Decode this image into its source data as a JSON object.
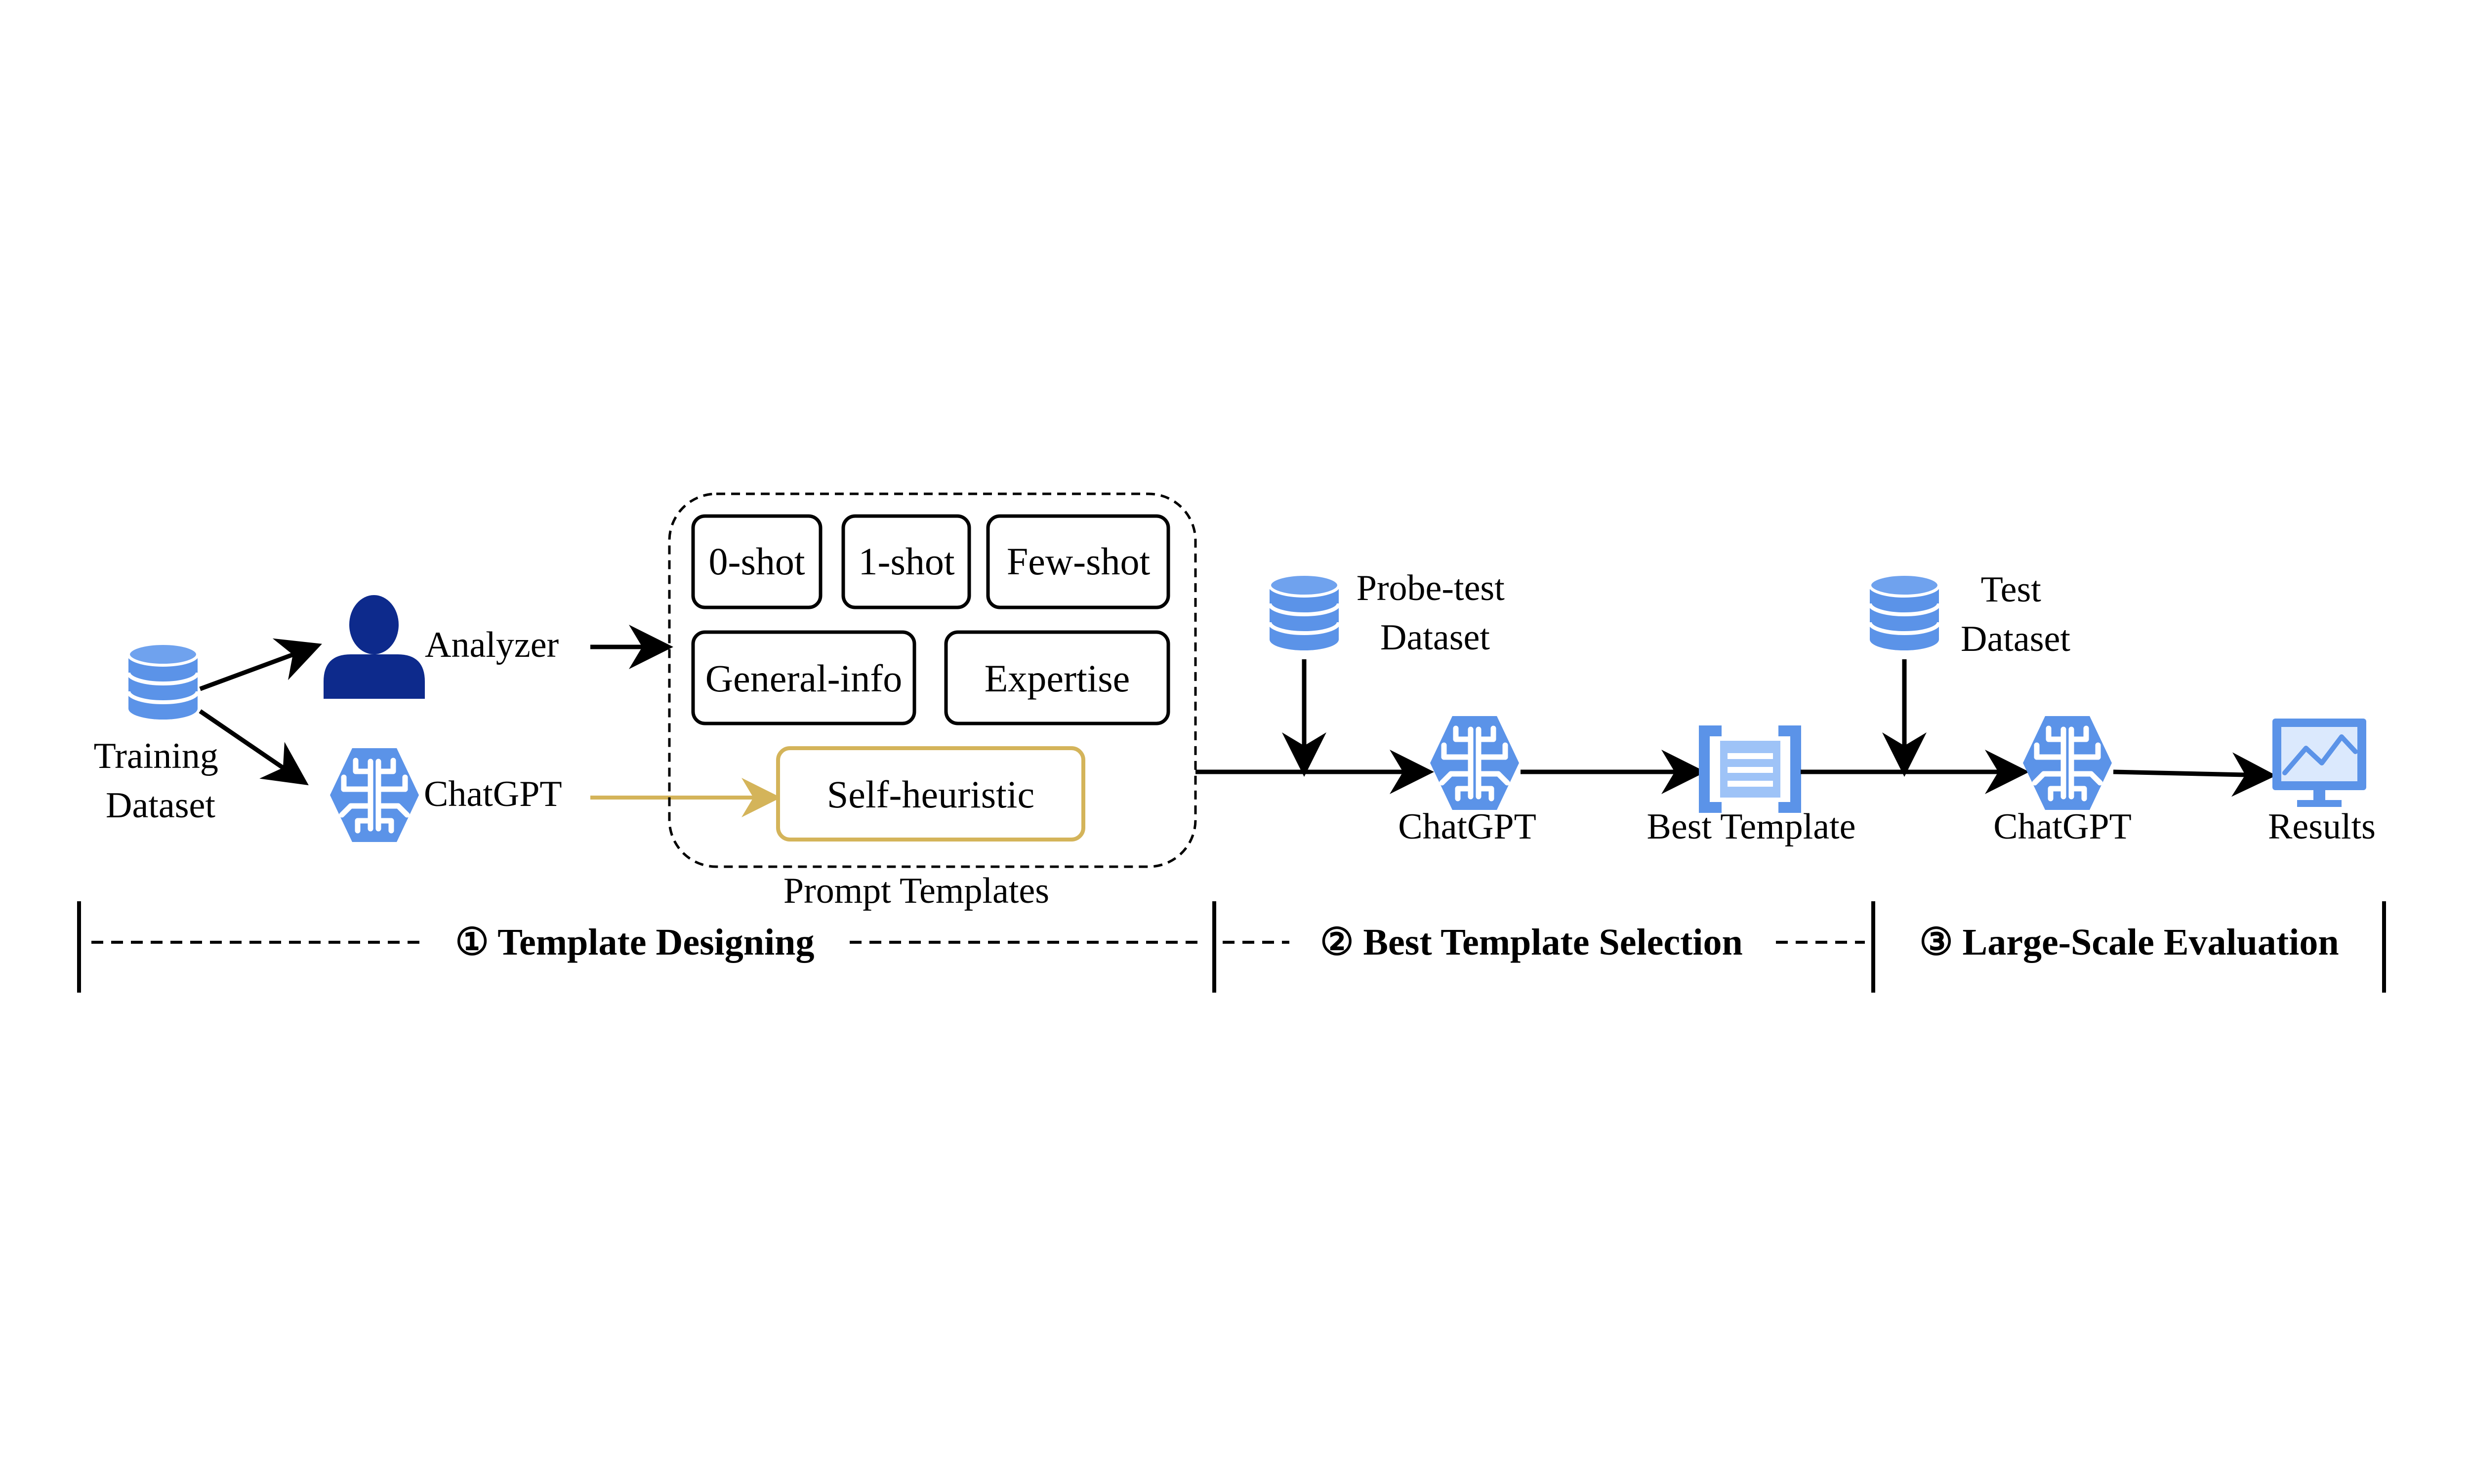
{
  "nodes": {
    "training_dataset": [
      "Training",
      "Dataset"
    ],
    "analyzer": "Analyzer",
    "chatgpt_1": "ChatGPT",
    "probe_dataset": [
      "Probe-test",
      "Dataset"
    ],
    "chatgpt_2": "ChatGPT",
    "best_template": "Best Template",
    "test_dataset": [
      "Test",
      "Dataset"
    ],
    "chatgpt_3": "ChatGPT",
    "results": "Results"
  },
  "prompt_templates": {
    "title": "Prompt Templates",
    "items": [
      "0-shot",
      "1-shot",
      "Few-shot",
      "General-info",
      "Expertise",
      "Self-heuristic"
    ]
  },
  "phases": [
    "① Template Designing",
    "② Best Template Selection",
    "③ Large-Scale Evaluation"
  ],
  "colors": {
    "icon_blue": "#5b93e8",
    "icon_light": "#9ec3f7",
    "person_navy": "#0d2a8c",
    "self_heuristic_gold": "#d4b45a"
  },
  "icons": {
    "dataset": "database-icon",
    "analyzer": "person-icon",
    "chatgpt": "brain-chip-icon",
    "best_template": "document-bracket-icon",
    "results": "monitor-chart-icon"
  }
}
